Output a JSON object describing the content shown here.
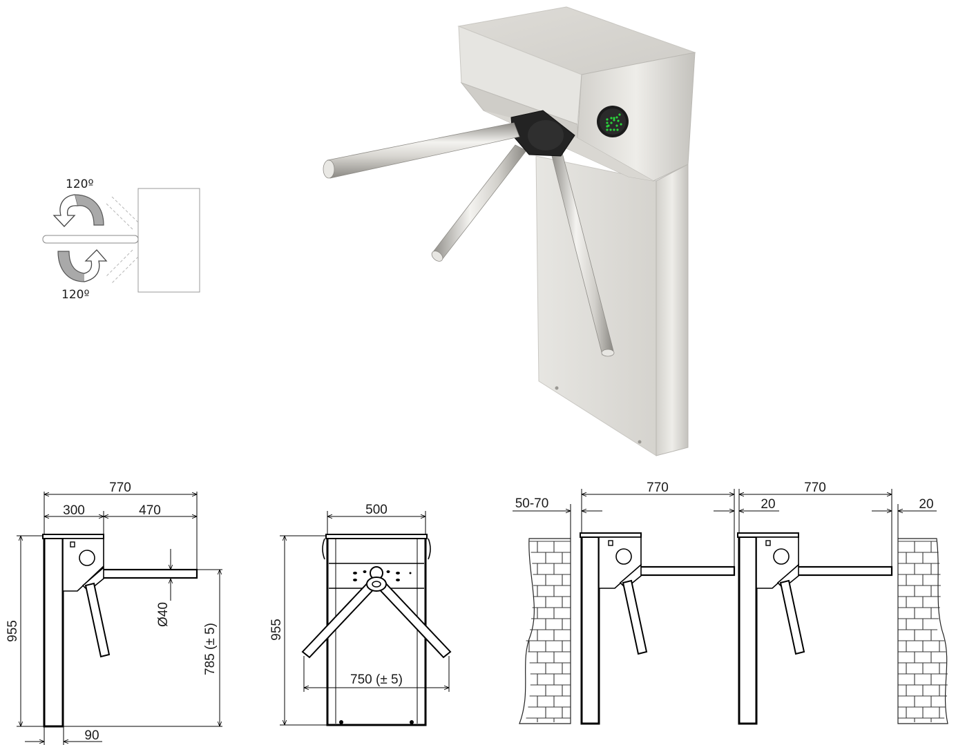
{
  "rotation": {
    "angle_top": "120º",
    "angle_bottom": "120º"
  },
  "device": {
    "indicator_color": "#2ad43a",
    "steel_light": "#e8e6e1",
    "steel_dark": "#b9b7b2"
  },
  "side_view": {
    "overall_width": "770",
    "cabinet_width": "300",
    "arm_length": "470",
    "height": "955",
    "arm_diameter": "Ø40",
    "arm_height": "785 (± 5)",
    "post_width": "90"
  },
  "front_view": {
    "width": "500",
    "height": "955",
    "arm_span": "750 (± 5)"
  },
  "install_view": {
    "wall_gap_left": "50-70",
    "passage_1": "770",
    "gap_middle": "20",
    "passage_2": "770",
    "wall_gap_right": "20"
  }
}
